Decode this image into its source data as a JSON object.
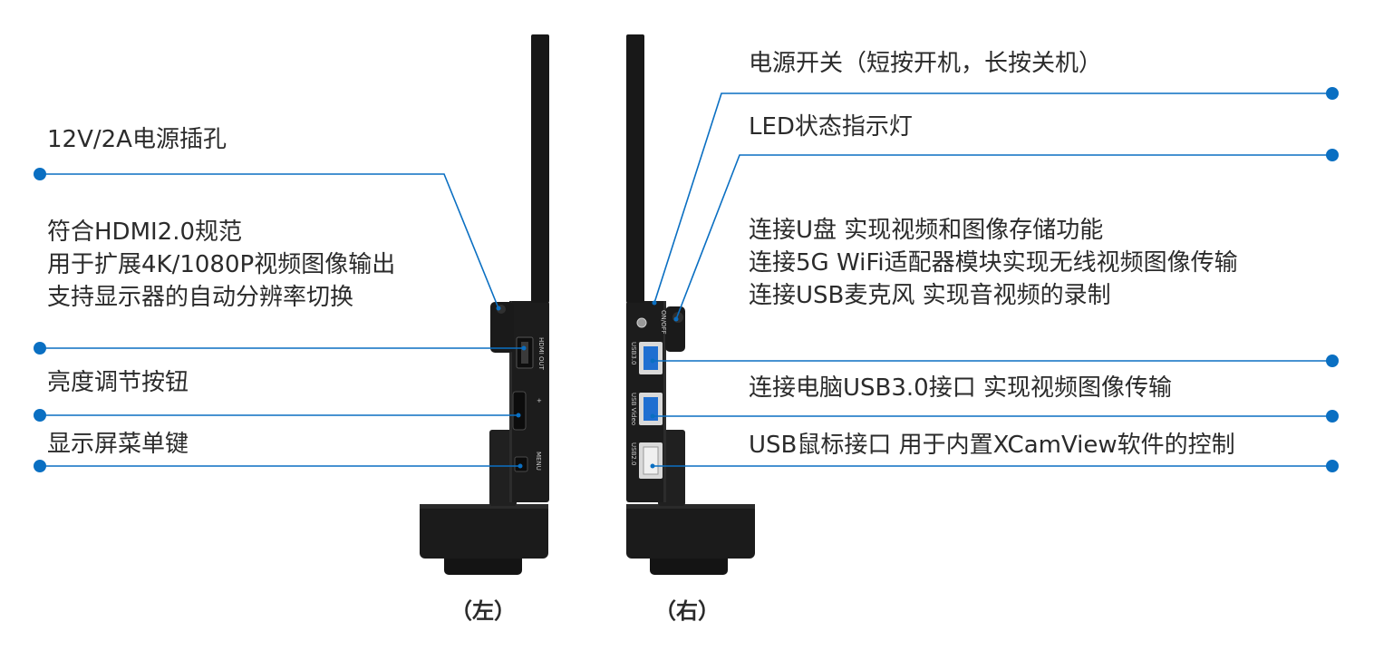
{
  "accent_color": "#0a6fc2",
  "device_color": "#1c1c1c",
  "left_view": {
    "caption": "（左）",
    "callouts": [
      {
        "lines": [
          "12V/2A电源插孔"
        ]
      },
      {
        "lines": [
          "符合HDMI2.0规范",
          "用于扩展4K/1080P视频图像输出",
          "支持显示器的自动分辨率切换"
        ]
      },
      {
        "lines": [
          "亮度调节按钮"
        ]
      },
      {
        "lines": [
          "显示屏菜单键"
        ]
      }
    ],
    "port_labels": {
      "hdmi": "HDMI OUT",
      "menu": "MENU"
    }
  },
  "right_view": {
    "caption": "（右）",
    "callouts": [
      {
        "lines": [
          "电源开关（短按开机，长按关机）"
        ]
      },
      {
        "lines": [
          "LED状态指示灯"
        ]
      },
      {
        "lines": [
          "连接U盘  实现视频和图像存储功能",
          "连接5G WiFi适配器模块实现无线视频图像传输",
          "连接USB麦克风  实现音视频的录制"
        ]
      },
      {
        "lines": [
          "连接电脑USB3.0接口  实现视频图像传输"
        ]
      },
      {
        "lines": [
          "USB鼠标接口  用于内置XCamView软件的控制"
        ]
      }
    ],
    "port_labels": {
      "power": "ON/OFF",
      "usb1": "USB3.0",
      "usb2": "USB Video",
      "usb3": "USB2.0"
    }
  }
}
